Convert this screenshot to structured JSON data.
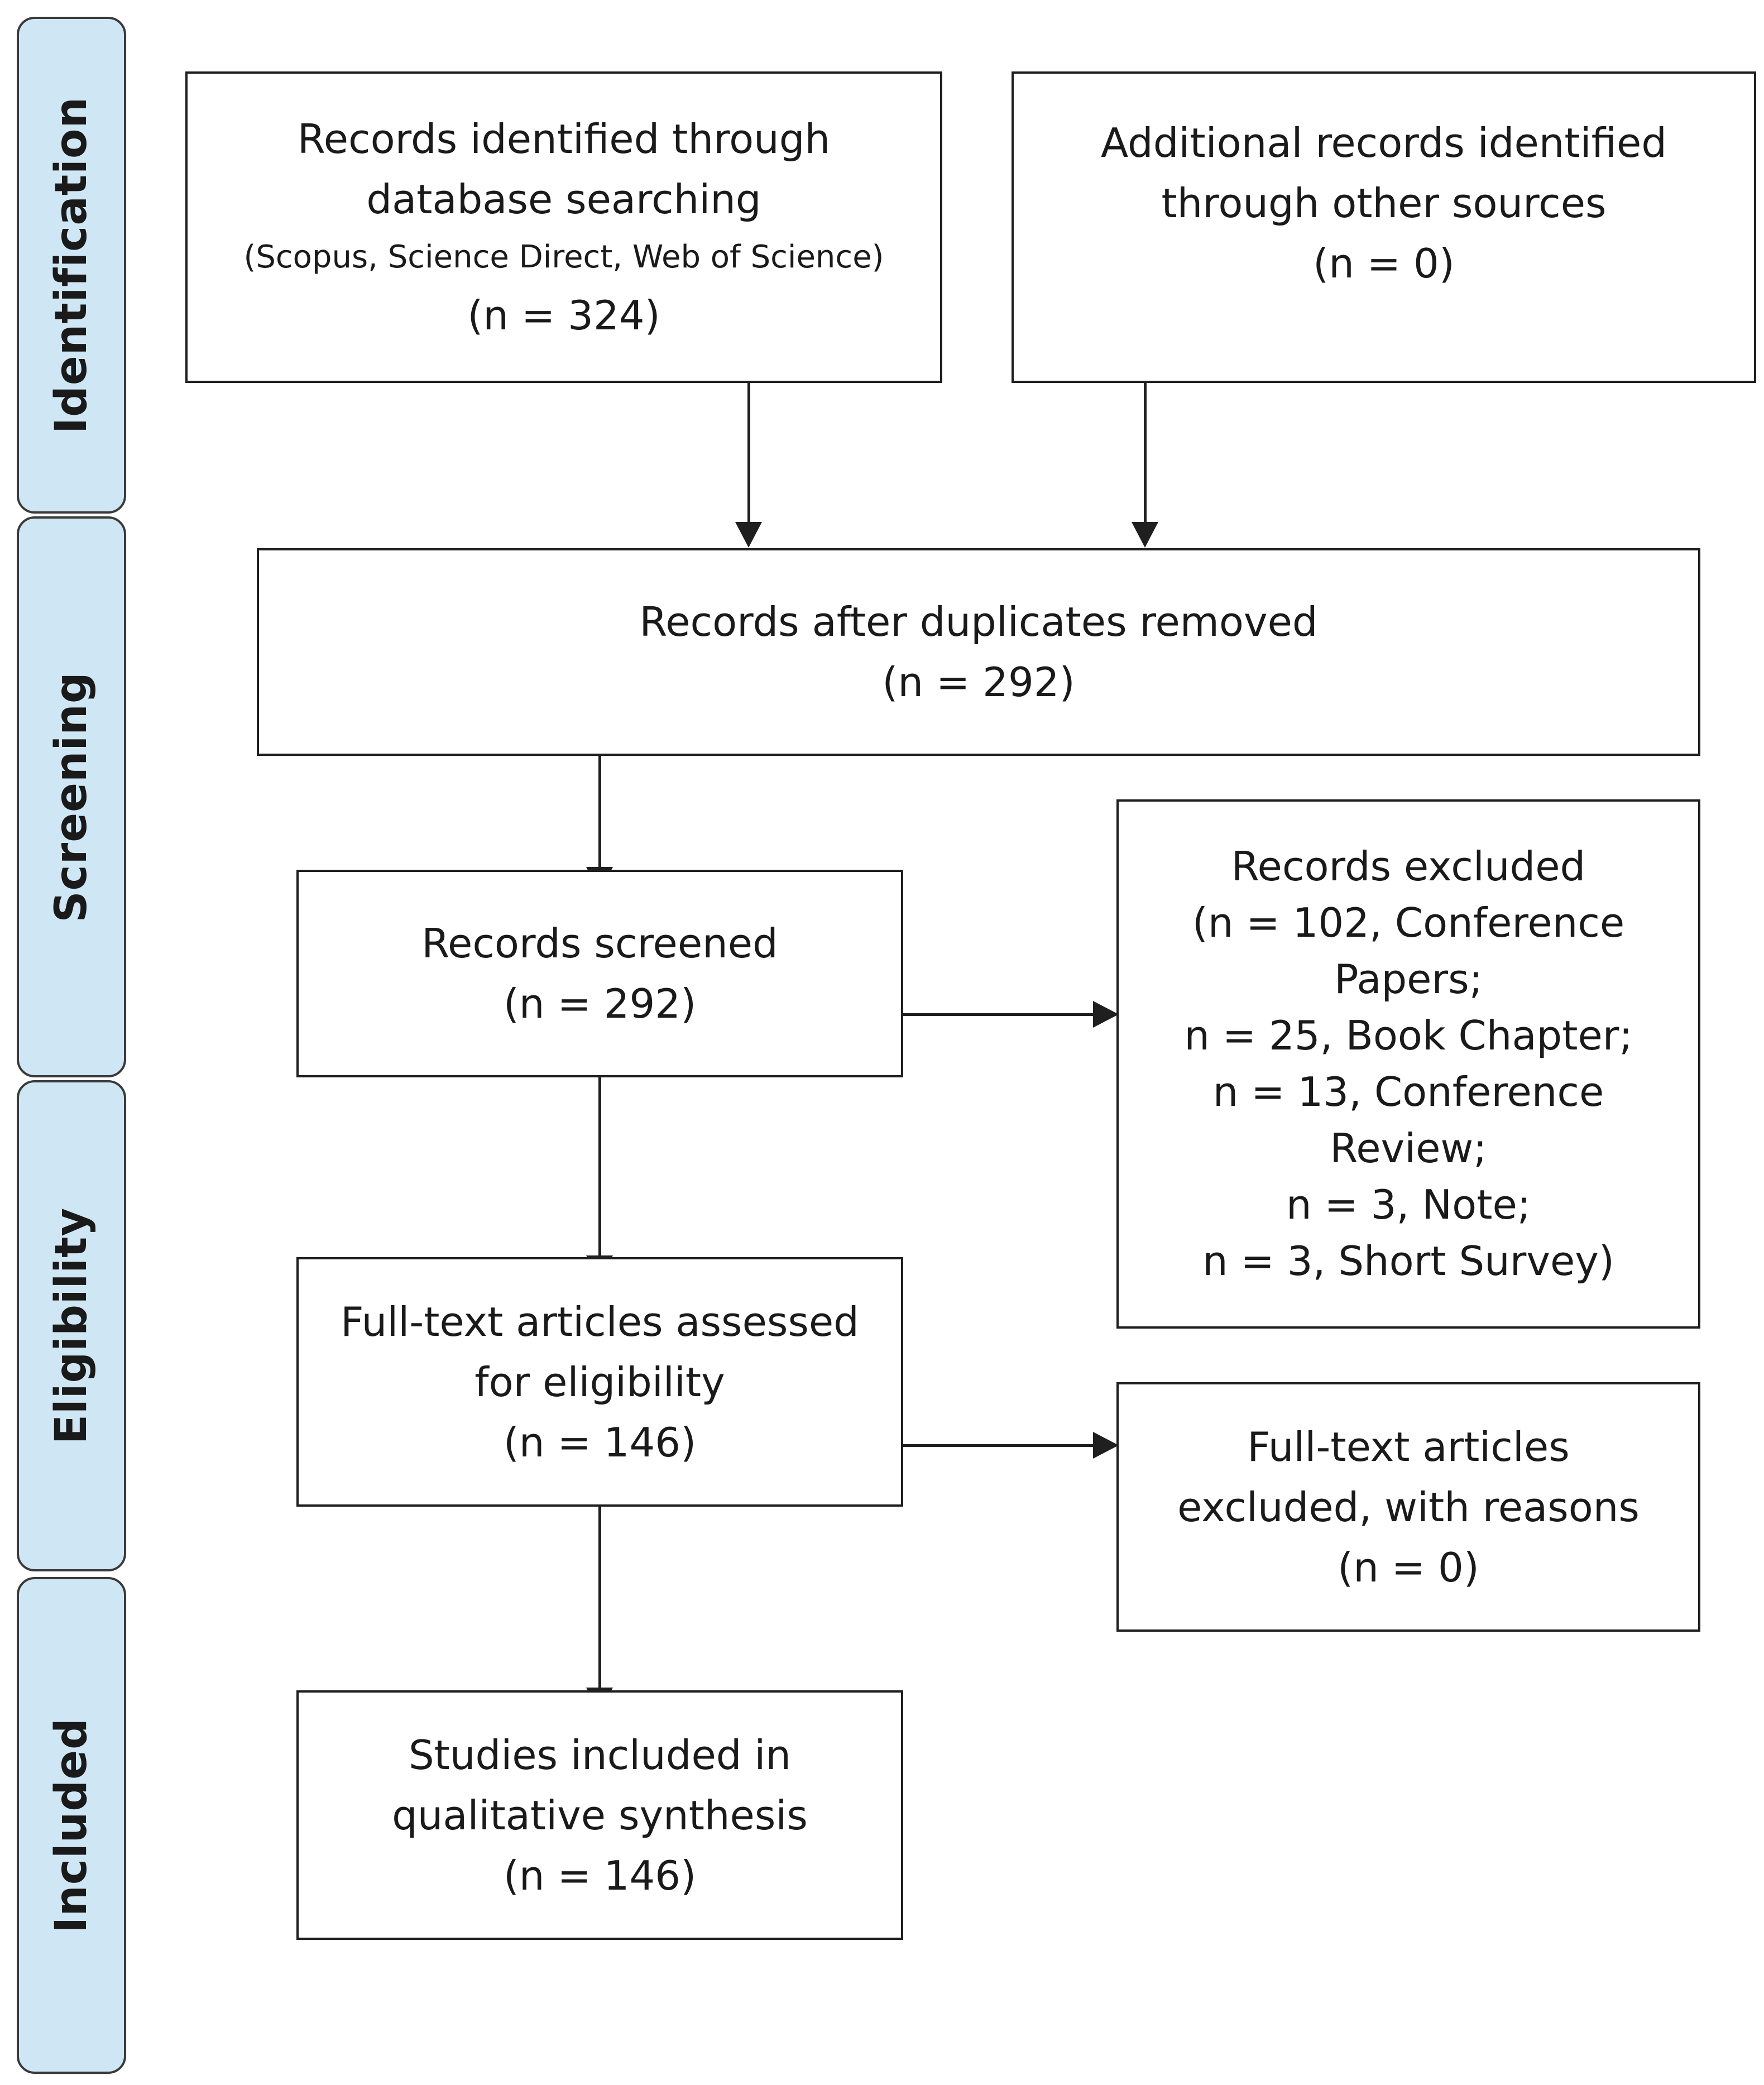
{
  "stages": {
    "identification": "Identification",
    "screening": "Screening",
    "eligibility": "Eligibility",
    "included": "Included"
  },
  "boxes": {
    "database_search": {
      "line1": "Records identified through",
      "line2": "database searching",
      "sources": "(Scopus, Science Direct, Web of Science)",
      "count": "(n = 324)"
    },
    "other_sources": {
      "line1": "Additional records identified",
      "line2": "through other sources",
      "count": "(n = 0)"
    },
    "after_duplicates": {
      "line1": "Records after duplicates removed",
      "count": "(n = 292)"
    },
    "screened": {
      "line1": "Records screened",
      "count": "(n = 292)"
    },
    "excluded": {
      "lines": [
        "Records excluded",
        "(n = 102, Conference",
        "Papers;",
        "n = 25, Book Chapter;",
        "n = 13, Conference",
        "Review;",
        "n = 3, Note;",
        "n = 3, Short Survey)"
      ]
    },
    "full_text": {
      "line1": "Full-text articles assessed",
      "line2": "for eligibility",
      "count": "(n = 146)"
    },
    "full_text_excluded": {
      "line1": "Full-text articles",
      "line2": "excluded, with reasons",
      "count": "(n = 0)"
    },
    "included": {
      "line1": "Studies included in",
      "line2": "qualitative synthesis",
      "count": "(n = 146)"
    }
  }
}
